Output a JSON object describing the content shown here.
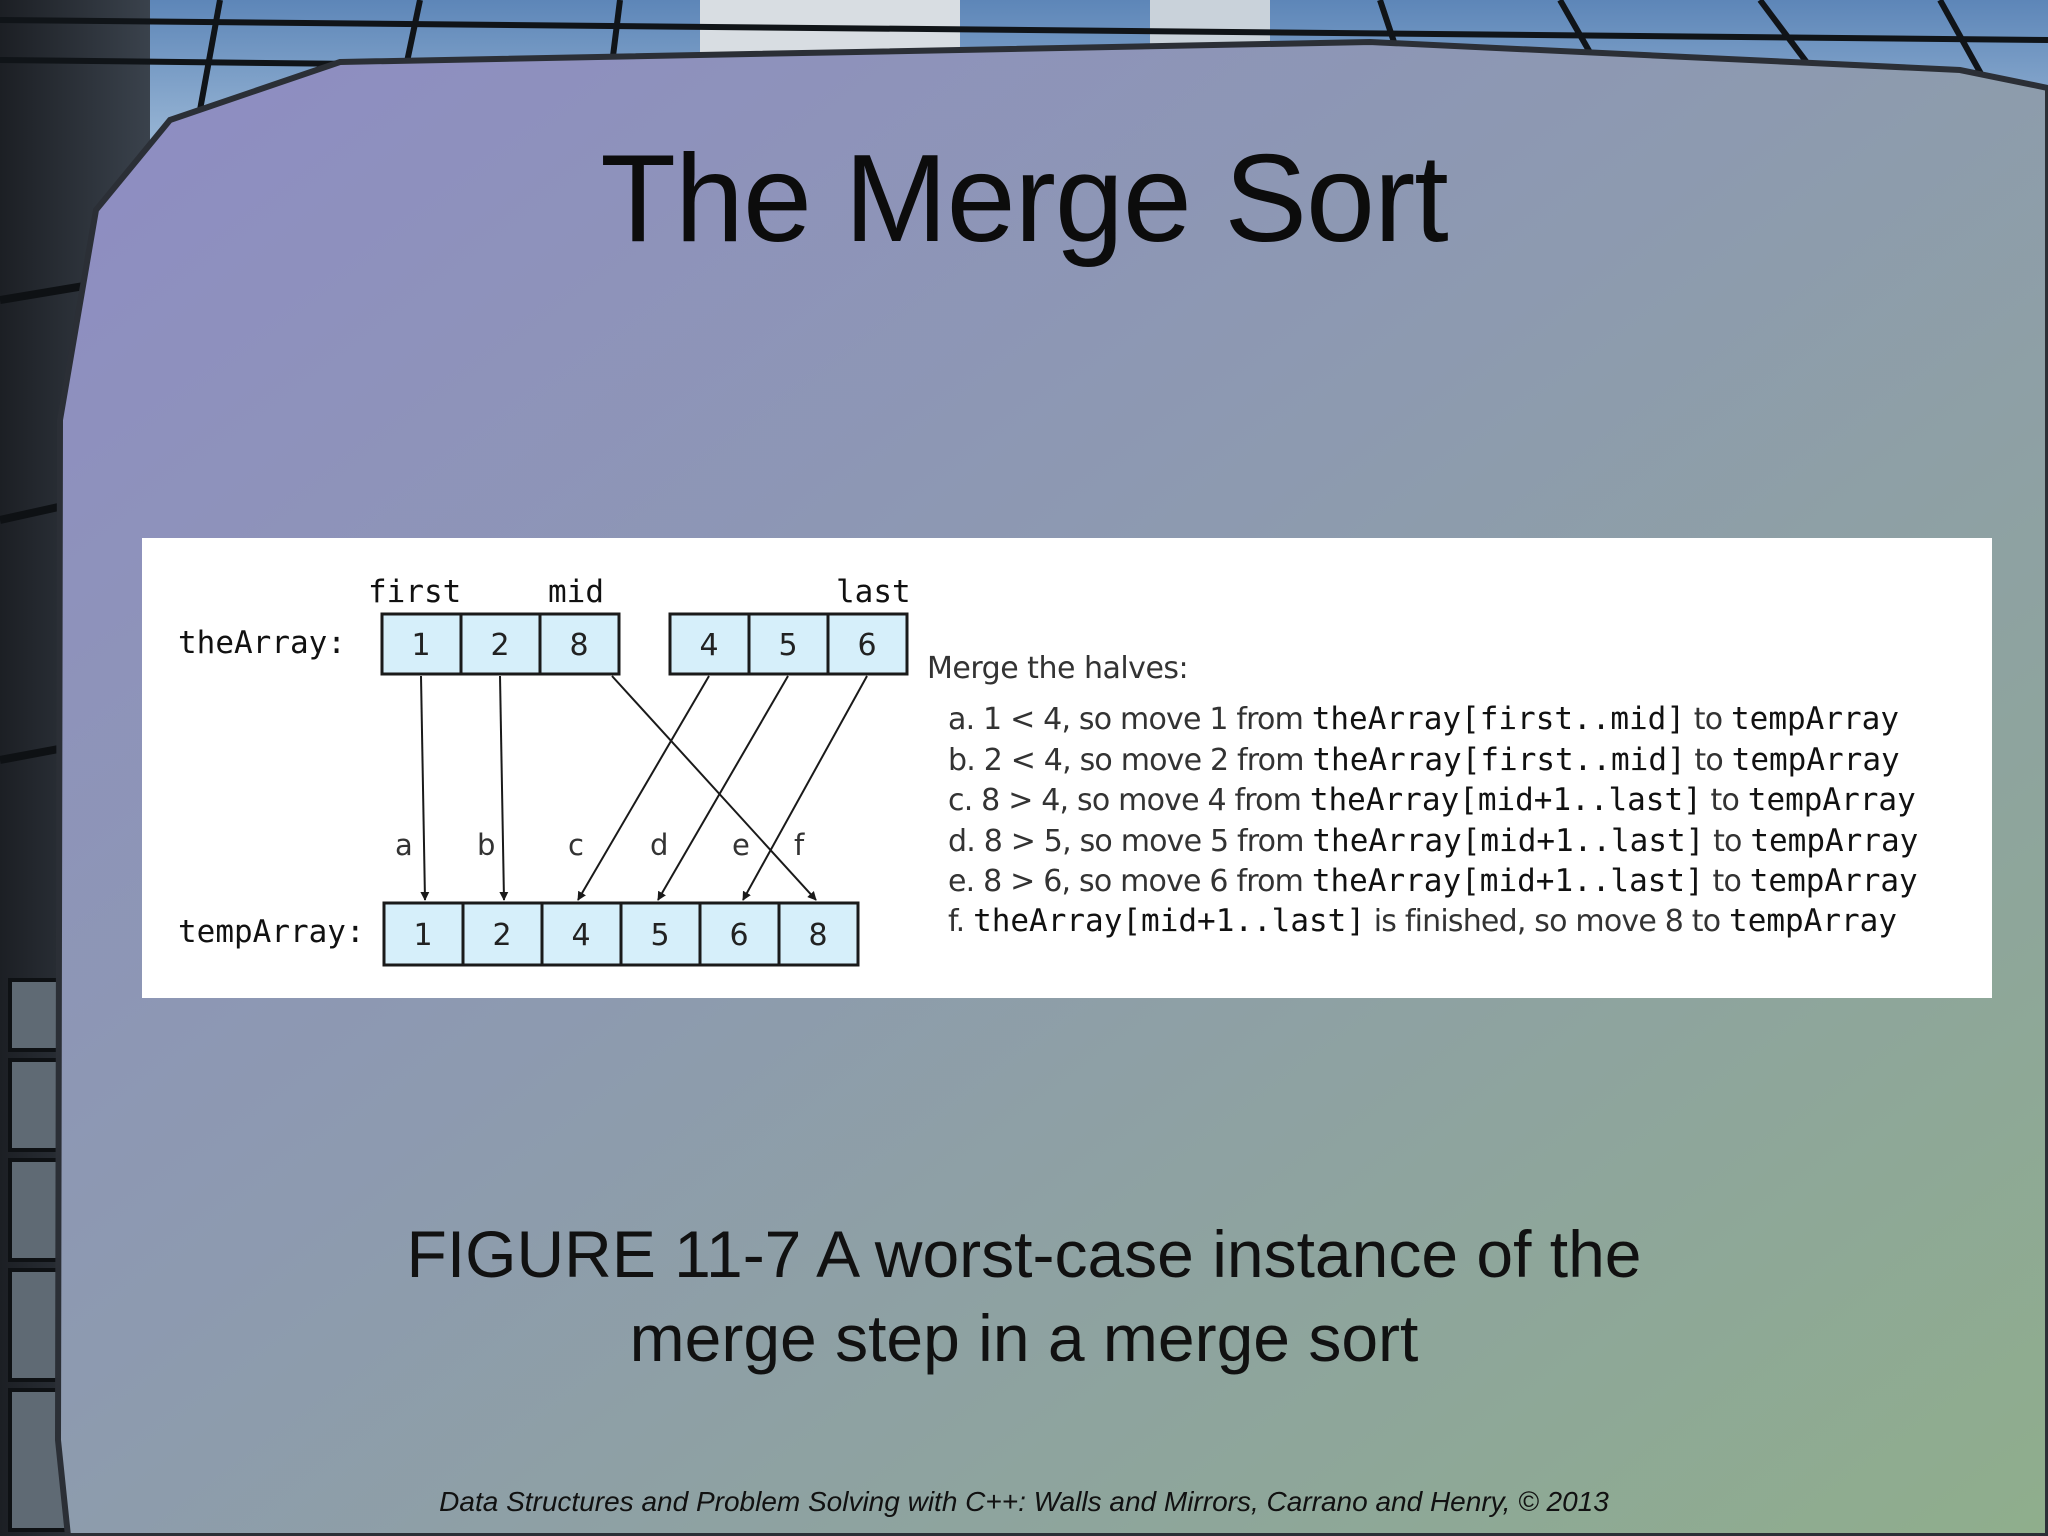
{
  "slide": {
    "title": "The Merge Sort",
    "caption_line1": "FIGURE 11-7 A worst-case instance of the",
    "caption_line2": "merge step in a merge sort",
    "footer": "Data Structures and Problem Solving with C++: Walls and Mirrors, Carrano and Henry, ©  2013"
  },
  "colors": {
    "cell_fill": "#d6effa",
    "cell_stroke": "#1a1a1a",
    "panel_bg": "#ffffff"
  },
  "diagram": {
    "the_array_label": "theArray:",
    "temp_array_label": "tempArray:",
    "first_label": "first",
    "mid_label": "mid",
    "last_label": "last",
    "left_half": [
      "1",
      "2",
      "8"
    ],
    "right_half": [
      "4",
      "5",
      "6"
    ],
    "temp_values": [
      "1",
      "2",
      "4",
      "5",
      "6",
      "8"
    ],
    "arrow_letters": [
      "a",
      "b",
      "c",
      "d",
      "e",
      "f"
    ]
  },
  "steps": {
    "heading": "Merge the halves:",
    "items": [
      {
        "pre": "a. 1 < 4, so move 1 from ",
        "code1": "theArray[first..mid]",
        "mid": " to ",
        "code2": "tempArray"
      },
      {
        "pre": "b. 2 < 4, so move 2 from ",
        "code1": "theArray[first..mid]",
        "mid": " to ",
        "code2": "tempArray"
      },
      {
        "pre": "c. 8 > 4, so move 4 from ",
        "code1": "theArray[mid+1..last]",
        "mid": " to ",
        "code2": "tempArray"
      },
      {
        "pre": "d. 8 > 5, so move 5 from ",
        "code1": "theArray[mid+1..last]",
        "mid": " to ",
        "code2": "tempArray"
      },
      {
        "pre": "e. 8 > 6, so move 6 from ",
        "code1": "theArray[mid+1..last]",
        "mid": " to ",
        "code2": "tempArray"
      },
      {
        "pre": "f. ",
        "code1": "theArray[mid+1..last]",
        "mid": " is finished, so move 8 to ",
        "code2": "tempArray"
      }
    ]
  }
}
